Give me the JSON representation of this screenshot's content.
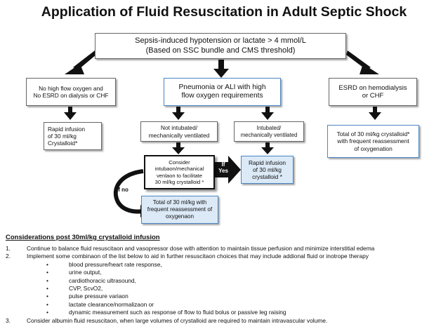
{
  "title": "Application of Fluid Resuscitation in Adult Septic Shock",
  "flowchart": {
    "top": "Sepsis-induced hypotension or lactate > 4 mmol/L\n(Based on SSC bundle and CMS threshold)",
    "branch_left": "No high flow oxygen and\nNo ESRD on dialysis or CHF",
    "branch_mid": "Pneumonia or ALI with high\nflow oxygen requirements",
    "branch_right": "ESRD on hemodialysis\nor CHF",
    "left_action": "Rapid infusion\nof 30 ml/kg\nCrystalloid*",
    "not_intubated": "Not intubated/\nmechanically ventilated",
    "intubated": "Intubated/\nmechanically ventilated",
    "right_action": "Total of 30 ml/kg crystalloid*\nwith frequent reassessment\nof oxygenation",
    "consider": "Consider\nintubaon/mechanical\nvenlaon to facilitate\n30 ml/kg crystalloid *",
    "rapid_mid": "Rapid infusion\nof 30 ml/kg\ncrystalloid *",
    "total_bottom": "Total of 30 ml/kg with\nfrequent reassessment of\noxygenaon",
    "if_yes": "If\nYes",
    "if_no": "If no"
  },
  "considerations": {
    "title": "Considerations post 30ml/kg crystalloid infusion",
    "items": [
      {
        "num": "1.",
        "text": "Continue to balance fluid resuscitaon and vasopressor dose with attention to maintain tissue perfusion and minimize interstitial edema"
      },
      {
        "num": "2.",
        "text": "Implement some combinaon of the list below to aid in further resuscitaon choices that may include addional fluid or inotrope therapy"
      },
      {
        "num": "3.",
        "text": "Consider albumin fluid resuscitaon, when large volumes of crystalloid are required to maintain intravascular volume."
      }
    ],
    "sub_bullet": "•",
    "sub_items": [
      "blood pressure/heart rate response,",
      "urine output,",
      "cardiothoracic ultrasound,",
      "CVP, ScvO2,",
      "pulse pressure variaon",
      "lactate clearance/normalizaon or",
      "dynamic measurement such as response of flow to fluid bolus or passive leg raising"
    ]
  },
  "colors": {
    "accent_blue": "#4a86c5",
    "fill_blue": "#dce9f6",
    "arrow": "#111111"
  }
}
